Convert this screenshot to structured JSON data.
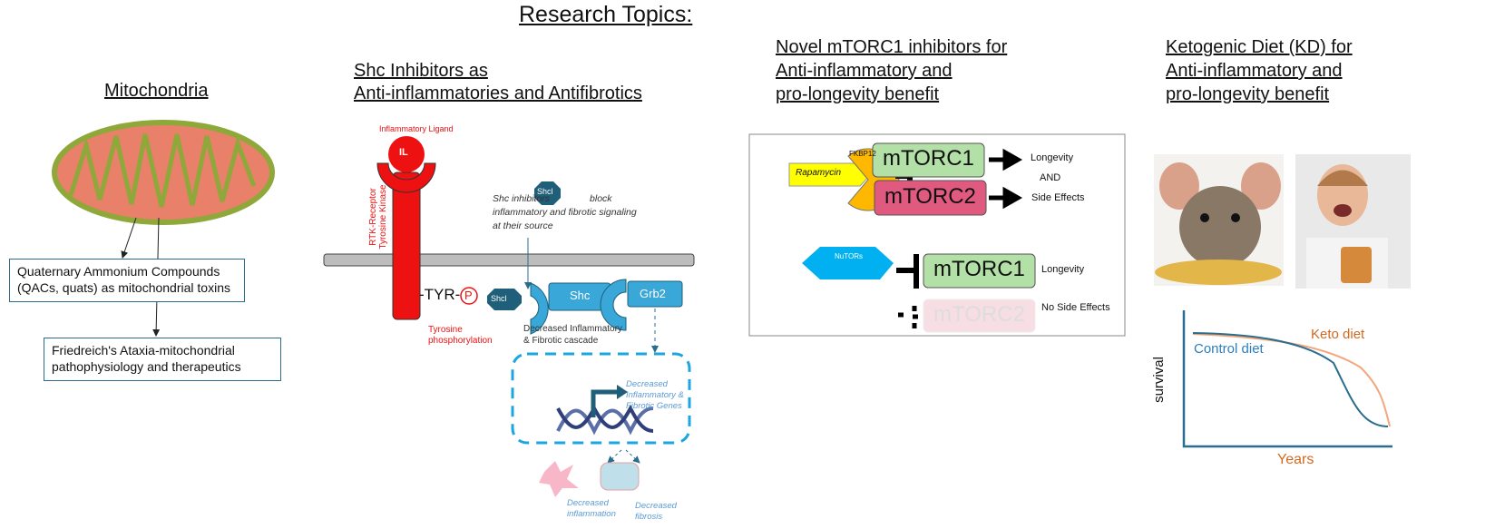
{
  "title": "Research Topics:",
  "mitochondria": {
    "heading": "Mitochondria",
    "box1": "Quaternary Ammonium Compounds (QACs, quats) as mitochondrial toxins",
    "box2": "Friedreich's Ataxia-mitochondrial pathophysiology and therapeutics"
  },
  "shc": {
    "heading_line1": "Shc Inhibitors as",
    "heading_line2": "Anti-inflammatories and Antifibrotics",
    "ligand_label": "Inflammatory Ligand",
    "il": "IL",
    "rtk_line1": "RTK-Receptor",
    "rtk_line2": "Tyrosine Kinase",
    "tyr": "-TYR-",
    "p": "P",
    "tyr_phos_line1": "Tyrosine",
    "tyr_phos_line2": "phosphorylation",
    "inhib_text_a": "Shc inhibitors",
    "inhib_text_b": "block",
    "inhib_text_line2": "inflammatory and fibrotic signaling",
    "inhib_text_line3": "at their source",
    "shcl": "Shcl",
    "shc": "Shc",
    "grb2": "Grb2",
    "cascade_line1": "Decreased Inflammatory",
    "cascade_line2": "& Fibrotic cascade",
    "genes_line1": "Decreased",
    "genes_line2": "Inflammatory &",
    "genes_line3": "Fibrotic Genes",
    "inflammation_line1": "Decreased",
    "inflammation_line2": "inflammation",
    "fibrosis_line1": "Decreased",
    "fibrosis_line2": "fibrosis"
  },
  "mtorc": {
    "heading_line1": "Novel mTORC1 inhibitors for",
    "heading_line2": "Anti-inflammatory and",
    "heading_line3": "pro-longevity benefit",
    "rapamycin": "Rapamycin",
    "fkbp12": "FKBP12",
    "mtorc1": "mTORC1",
    "mtorc2": "mTORC2",
    "longevity": "Longevity",
    "and": "AND",
    "side_effects": "Side Effects",
    "nutors": "NuTORs",
    "no_side_effects": "No Side Effects",
    "colors": {
      "mtorc1": "#b3e0a6",
      "mtorc2": "#e05a80",
      "rapamycin": "#ffff00",
      "fkbp12": "#ffb800",
      "nutors": "#00b0f0"
    }
  },
  "kd": {
    "heading_line1": "Ketogenic Diet (KD) for",
    "heading_line2": "Anti-inflammatory and",
    "heading_line3": "pro-longevity benefit",
    "control_diet": "Control diet",
    "keto_diet": "Keto diet",
    "ylabel": "survival",
    "xlabel": "Years",
    "colors": {
      "control": "#2a6d8f",
      "keto": "#f4a77c"
    }
  }
}
